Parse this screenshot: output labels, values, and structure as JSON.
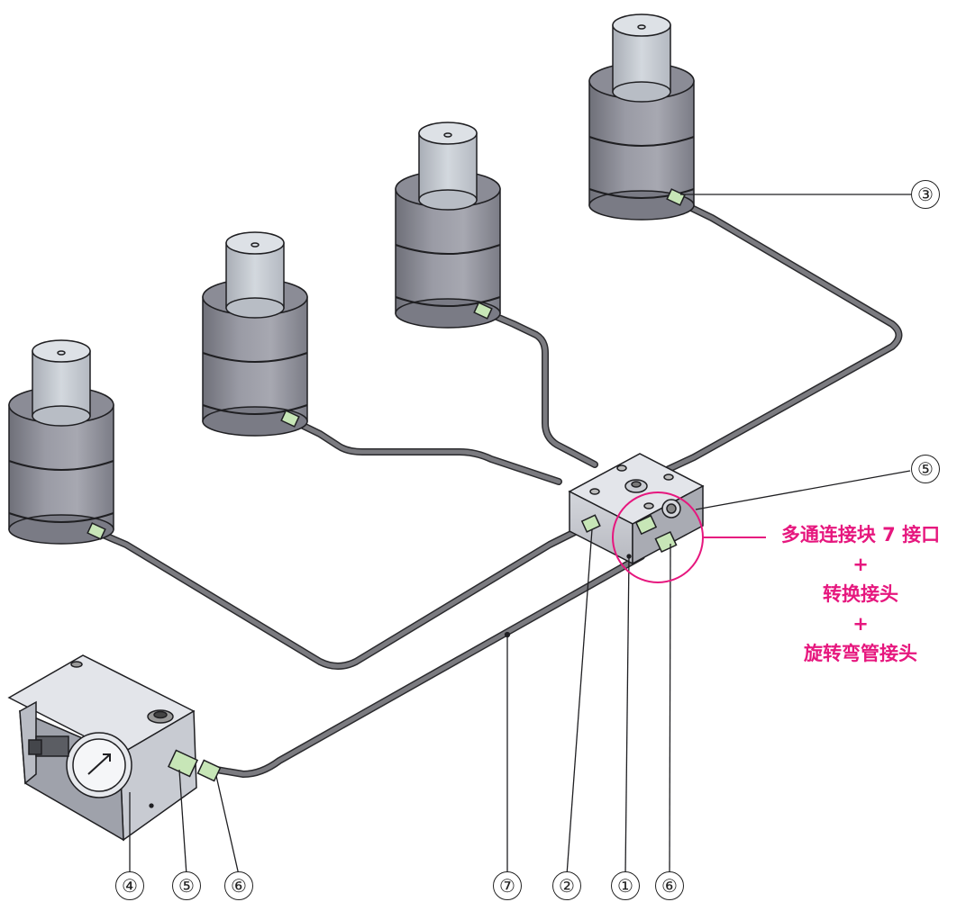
{
  "callouts": {
    "top_right": "③",
    "block_right": "⑤",
    "bottom": [
      "④",
      "⑤",
      "⑥",
      "⑦",
      "②",
      "①",
      "⑥"
    ]
  },
  "annotation": {
    "line1": "多通连接块 7 接口",
    "plus1": "+",
    "line2": "转换接头",
    "plus2": "+",
    "line3": "旋转弯管接头"
  },
  "colors": {
    "accent": "#e6177e",
    "hose": "#6f6f74",
    "cylinder_body": "#8e8f99",
    "cylinder_piston": "#c7ccd3",
    "fitting": "#c7e6b7"
  }
}
